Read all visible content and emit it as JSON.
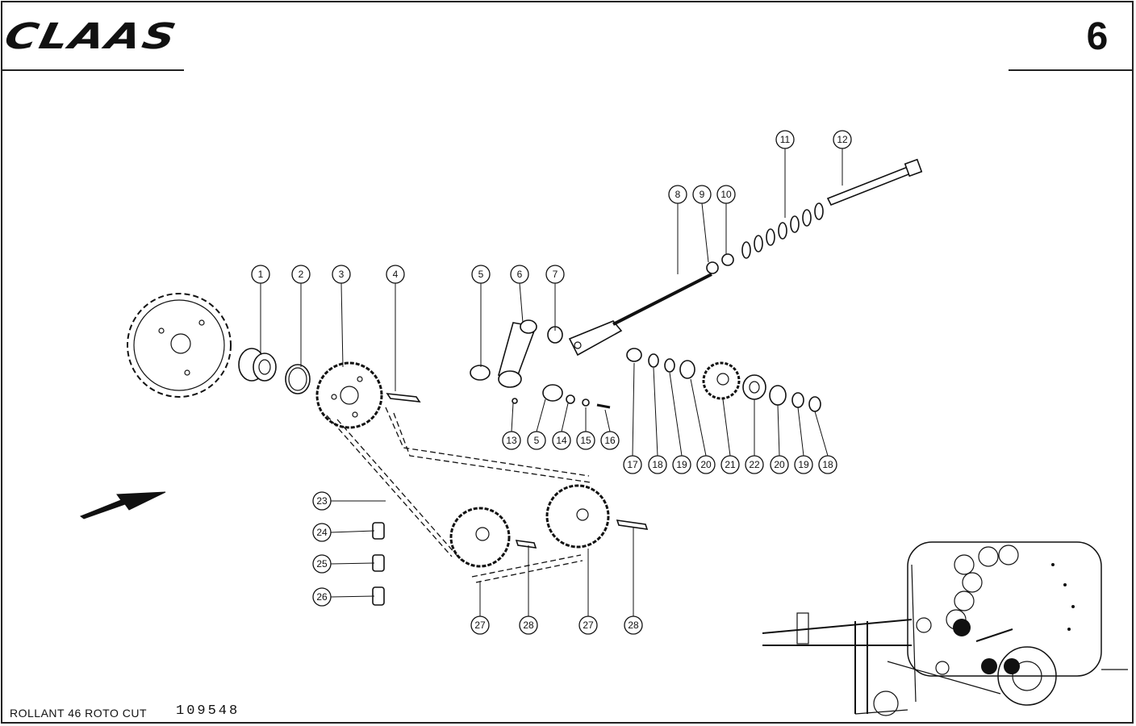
{
  "header": {
    "logo_text": "CLAAS",
    "page_number": "6"
  },
  "footer": {
    "model": "ROLLANT 46 ROTO CUT",
    "code": "109548"
  },
  "callouts": [
    {
      "label": "1"
    },
    {
      "label": "2"
    },
    {
      "label": "3"
    },
    {
      "label": "4"
    },
    {
      "label": "5"
    },
    {
      "label": "6"
    },
    {
      "label": "7"
    },
    {
      "label": "8"
    },
    {
      "label": "9"
    },
    {
      "label": "10"
    },
    {
      "label": "11"
    },
    {
      "label": "12"
    },
    {
      "label": "13"
    },
    {
      "label": "5"
    },
    {
      "label": "14"
    },
    {
      "label": "15"
    },
    {
      "label": "16"
    },
    {
      "label": "17"
    },
    {
      "label": "18"
    },
    {
      "label": "19"
    },
    {
      "label": "20"
    },
    {
      "label": "21"
    },
    {
      "label": "22"
    },
    {
      "label": "20"
    },
    {
      "label": "19"
    },
    {
      "label": "18"
    },
    {
      "label": "23"
    },
    {
      "label": "24"
    },
    {
      "label": "25"
    },
    {
      "label": "26"
    },
    {
      "label": "27"
    },
    {
      "label": "28"
    },
    {
      "label": "27"
    },
    {
      "label": "28"
    }
  ]
}
